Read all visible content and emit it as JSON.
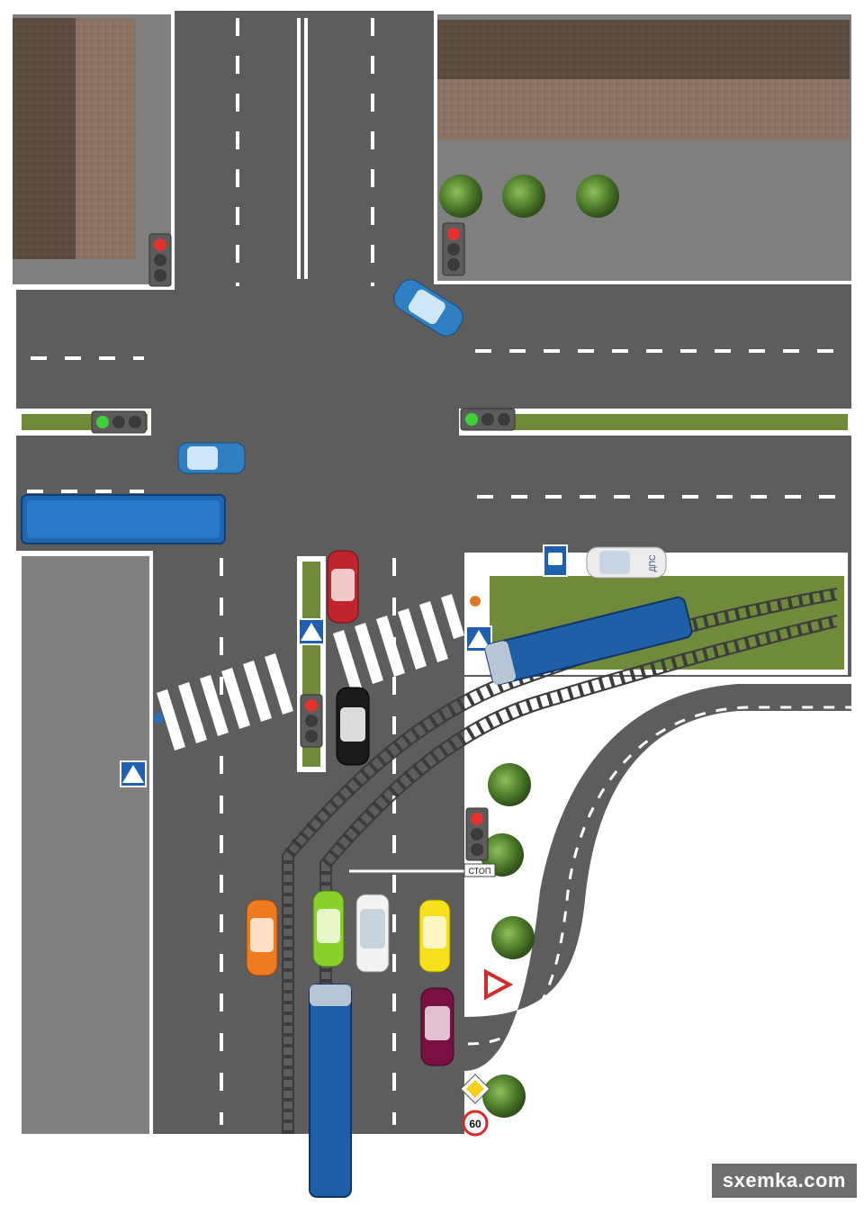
{
  "scene": {
    "description_type": "traffic-intersection-diagram",
    "colors": {
      "asphalt": "#5a5a5a",
      "sidewalk": "#7f7f7f",
      "grass": "#6f8a3a",
      "roof_dark": "#5a4a3e",
      "roof_light": "#8b7463",
      "marking": "#ffffff",
      "tram": "#1f5fa8",
      "bus": "#1f66b0",
      "rail": "#3c3c3c"
    }
  },
  "signs": {
    "stop_label": "СТОП",
    "speed_limit": "60",
    "police_label": "ДПС"
  },
  "watermark": {
    "text": "sxemka.com"
  },
  "traffic_lights": [
    {
      "id": "tl-top-left",
      "state": "red"
    },
    {
      "id": "tl-top-right",
      "state": "red"
    },
    {
      "id": "tl-median-left",
      "state": "green"
    },
    {
      "id": "tl-median-right",
      "state": "green"
    },
    {
      "id": "tl-center-median",
      "state": "red"
    },
    {
      "id": "tl-tram-stop",
      "state": "red"
    }
  ],
  "vehicles": [
    {
      "id": "car-blue-turning",
      "color": "#2f7fc4",
      "type": "car"
    },
    {
      "id": "car-blue-west",
      "color": "#2f7fc4",
      "type": "car"
    },
    {
      "id": "bus-blue",
      "color": "#1f66b0",
      "type": "bus"
    },
    {
      "id": "car-red",
      "color": "#c0242c",
      "type": "car"
    },
    {
      "id": "car-black",
      "color": "#1a1a1a",
      "type": "car"
    },
    {
      "id": "car-police",
      "color": "#e9e9e9",
      "type": "police"
    },
    {
      "id": "tram-top",
      "color": "#1f5fa8",
      "type": "tram"
    },
    {
      "id": "tram-bottom",
      "color": "#1f5fa8",
      "type": "tram"
    },
    {
      "id": "car-orange",
      "color": "#f07a1e",
      "type": "car"
    },
    {
      "id": "car-green",
      "color": "#8ad22b",
      "type": "car"
    },
    {
      "id": "car-white",
      "color": "#f2f2f2",
      "type": "car"
    },
    {
      "id": "car-yellow",
      "color": "#f4e11a",
      "type": "car"
    },
    {
      "id": "car-maroon",
      "color": "#7a1040",
      "type": "car"
    }
  ]
}
